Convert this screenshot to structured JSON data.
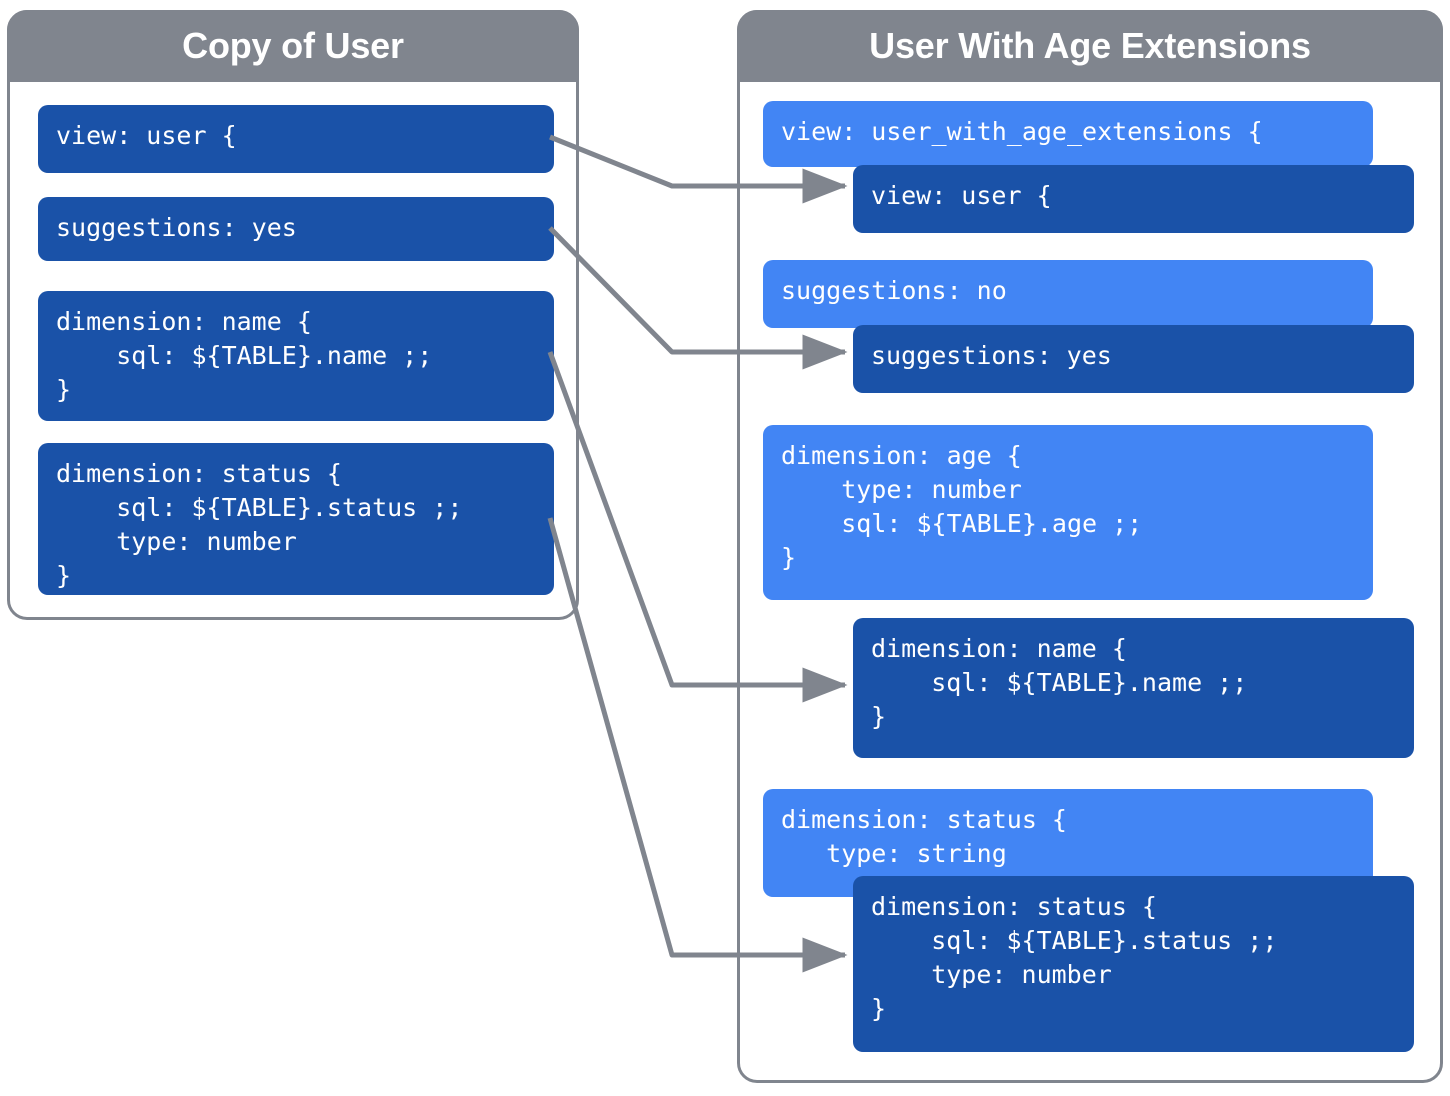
{
  "panels": {
    "left": {
      "title": "Copy of User",
      "blocks": [
        {
          "name": "view-block",
          "text": "view: user {"
        },
        {
          "name": "suggestions-block",
          "text": "suggestions: yes"
        },
        {
          "name": "dimension-name-block",
          "text": "dimension: name {\n    sql: ${TABLE}.name ;;\n}"
        },
        {
          "name": "dimension-status-block",
          "text": "dimension: status {\n    sql: ${TABLE}.status ;;\n    type: number\n}"
        }
      ]
    },
    "right": {
      "title": "User With Age Extensions",
      "blocks": [
        {
          "name": "view-extension-block",
          "text": "view: user_with_age_extensions {"
        },
        {
          "name": "view-inherited-block",
          "text": "view: user {"
        },
        {
          "name": "suggestions-override-block",
          "text": "suggestions: no"
        },
        {
          "name": "suggestions-inherited-block",
          "text": "suggestions: yes"
        },
        {
          "name": "dimension-age-block",
          "text": "dimension: age {\n    type: number\n    sql: ${TABLE}.age ;;\n}"
        },
        {
          "name": "dimension-name-inherited-block",
          "text": "dimension: name {\n    sql: ${TABLE}.name ;;\n}"
        },
        {
          "name": "dimension-status-override-block",
          "text": "dimension: status {\n   type: string"
        },
        {
          "name": "dimension-status-inherited-block",
          "text": "dimension: status {\n    sql: ${TABLE}.status ;;\n    type: number\n}"
        }
      ]
    }
  },
  "colors": {
    "panel_border": "#80858e",
    "panel_header": "#80858e",
    "code_dark": "#1a52a8",
    "code_light": "#4285f4",
    "connector": "#80858e",
    "background": "#ffffff",
    "text": "#ffffff"
  },
  "connectors": [
    {
      "name": "connector-view",
      "from": "left.view-block",
      "to": "right.view-inherited-block"
    },
    {
      "name": "connector-suggestions",
      "from": "left.suggestions-block",
      "to": "right.suggestions-inherited-block"
    },
    {
      "name": "connector-dimension-name",
      "from": "left.dimension-name-block",
      "to": "right.dimension-name-inherited-block"
    },
    {
      "name": "connector-dimension-status",
      "from": "left.dimension-status-block",
      "to": "right.dimension-status-inherited-block"
    }
  ]
}
